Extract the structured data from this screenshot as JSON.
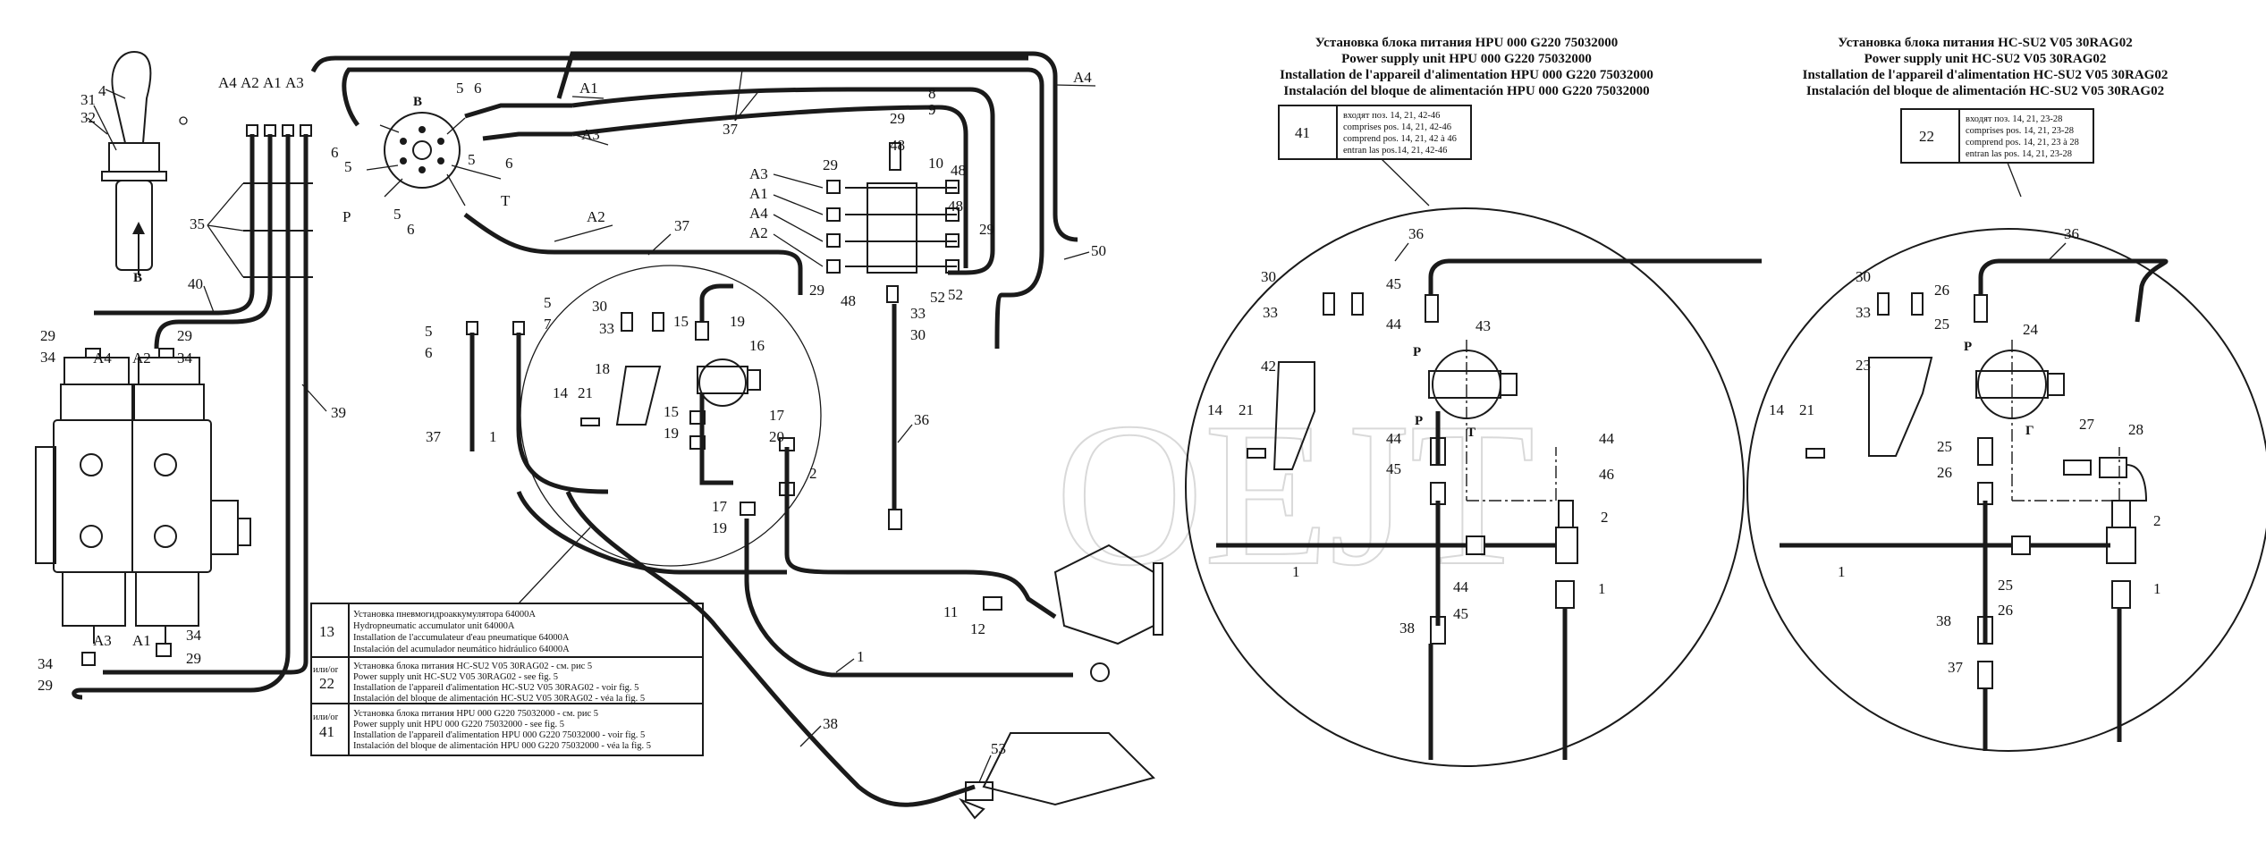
{
  "view_labels": {
    "view_b_top": "B",
    "view_b_arrow": "B"
  },
  "port_labels": {
    "a4_top": "A4",
    "a2_top": "A2",
    "a1_top": "A1",
    "a3_top": "A3",
    "a1_line": "A1",
    "a3_line": "A3",
    "a2_line": "A2",
    "a4_line": "A4",
    "p_left": "P",
    "t_left": "T",
    "a3_hpu": "A3",
    "a1_hpu": "A1",
    "a4_hpu": "A4",
    "a2_hpu": "A2",
    "a4_valve": "A4",
    "a2_valve": "A2",
    "a3_valve": "A3",
    "a1_valve": "A1",
    "p_detail1a": "P",
    "p_detail1b": "P",
    "t_detail1": "T",
    "p_detail2": "P",
    "t_detail2": "Г"
  },
  "callouts_main": [
    "31",
    "32",
    "4",
    "35",
    "40",
    "29",
    "34",
    "29",
    "34",
    "39",
    "34",
    "29",
    "34",
    "29",
    "5",
    "6",
    "6",
    "5",
    "5",
    "6",
    "5",
    "6",
    "5",
    "6",
    "5",
    "7",
    "37",
    "1",
    "37",
    "50",
    "29",
    "48",
    "8",
    "9",
    "10",
    "48",
    "29",
    "29",
    "29",
    "48",
    "52",
    "30",
    "33",
    "48",
    "30",
    "33",
    "15",
    "19",
    "16",
    "18",
    "14",
    "21",
    "15",
    "19",
    "17",
    "20",
    "2",
    "17",
    "19",
    "36",
    "11",
    "12",
    "1",
    "38",
    "53"
  ],
  "callouts_detail1": [
    "36",
    "30",
    "45",
    "33",
    "44",
    "43",
    "42",
    "14",
    "21",
    "44",
    "45",
    "44",
    "46",
    "2",
    "44",
    "45",
    "1",
    "38",
    "1"
  ],
  "callouts_detail2": [
    "36",
    "30",
    "26",
    "33",
    "25",
    "24",
    "23",
    "14",
    "21",
    "25",
    "26",
    "27",
    "28",
    "2",
    "25",
    "26",
    "1",
    "38",
    "37",
    "1"
  ],
  "header_hpu": {
    "line1": "Установка блока питания HPU 000 G220 75032000",
    "line2": "Power supply unit HPU 000 G220 75032000",
    "line3": "Installation de l'appareil d'alimentation HPU 000 G220 75032000",
    "line4": "Instalación del bloque de alimentación HPU 000 G220 75032000"
  },
  "header_hc": {
    "line1": "Установка блока питания HC-SU2 V05 30RAG02",
    "line2": "Power supply unit HC-SU2 V05 30RAG02",
    "line3": "Installation de l'appareil d'alimentation HC-SU2 V05 30RAG02",
    "line4": "Instalación del bloque de alimentación HC-SU2 V05 30RAG02"
  },
  "box_hpu": {
    "num": "41",
    "line1": "входят поз. 14, 21, 42-46",
    "line2": "comprises pos. 14, 21, 42-46",
    "line3": "comprend pos.  14, 21, 42 à 46",
    "line4": "entran las pos.14, 21, 42-46"
  },
  "box_hc": {
    "num": "22",
    "line1": "входят поз. 14, 21, 23-28",
    "line2": "comprises pos. 14, 21, 23-28",
    "line3": "comprend pos. 14, 21, 23 à 28",
    "line4": "entran las pos. 14, 21, 23-28"
  },
  "legend_table": {
    "row1": {
      "num": "13",
      "line1": "Установка пневмогидроаккумулятора  64000A",
      "line2": "Hydropneumatic accumulator unit 64000A",
      "line3": "Installation de l'accumulateur d'eau pneumatique 64000A",
      "line4": "Instalación del acumulador neumático hidráulico  64000A"
    },
    "row2": {
      "or": "или/or",
      "num": "22",
      "line1": "Установка блока питания HC-SU2 V05 30RAG02 - см. рис 5",
      "line2": "Power supply unit HC-SU2 V05 30RAG02 -  see fig. 5",
      "line3": "Installation de l'appareil d'alimentation HC-SU2 V05 30RAG02 - voir fig. 5",
      "line4": "Instalación del bloque de alimentación HC-SU2 V05 30RAG02 - véa la fig. 5"
    },
    "row3": {
      "or": "или/or",
      "num": "41",
      "line1": "Установка блока питания HPU 000 G220 75032000 - см. рис 5",
      "line2": "Power supply unit HPU 000 G220 75032000 - see fig. 5",
      "line3": "Installation de l'appareil d'alimentation HPU 000 G220 75032000 - voir fig. 5",
      "line4": "Instalación del bloque de alimentación HPU 000 G220 75032000 - véa la fig. 5"
    }
  },
  "watermark": "OEJT"
}
